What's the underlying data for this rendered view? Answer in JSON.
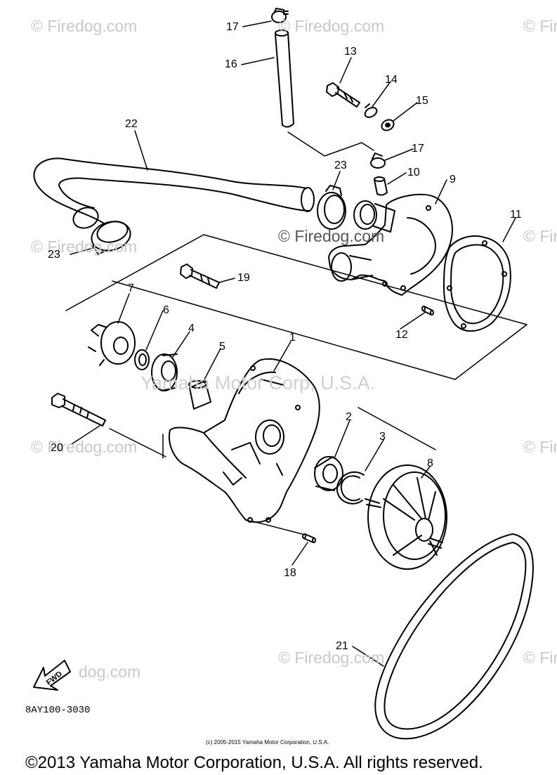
{
  "watermark": {
    "site_text": "© Firedog.com",
    "site_text_short": "© Fire",
    "site_text_tail": "dog.com",
    "corp_text": "Yamaha Motor Corp, U.S.A."
  },
  "labels": {
    "p1": "1",
    "p2": "2",
    "p3": "3",
    "p4": "4",
    "p5": "5",
    "p6": "6",
    "p7": "7",
    "p8": "8",
    "p9": "9",
    "p10": "10",
    "p11": "11",
    "p12": "12",
    "p13": "13",
    "p14": "14",
    "p15": "15",
    "p16": "16",
    "p17a": "17",
    "p17b": "17",
    "p18": "18",
    "p19": "19",
    "p20": "20",
    "p21": "21",
    "p22": "22",
    "p23a": "23",
    "p23b": "23"
  },
  "fwd": "FWD",
  "diagram_code": "8AY100-3030",
  "small_copyright": "(c) 2005-2015 Yamaha Motor Corporation, U.S.A.",
  "footer_copyright": "©2013 Yamaha Motor Corporation, U.S.A. All rights reserved.",
  "colors": {
    "line": "#000000",
    "watermark": "#c8c8c8",
    "background": "#ffffff"
  }
}
